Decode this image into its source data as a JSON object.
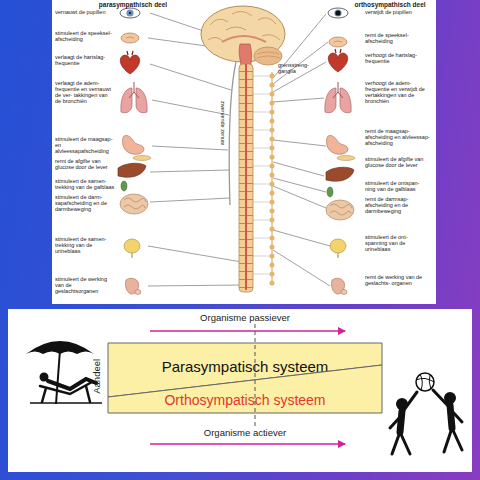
{
  "diagram": {
    "nodes": [
      {
        "text": [
          "Parasympatisch systeem"
        ]
      },
      {
        "text": [
          "Orthosympatisch systeem"
        ]
      }
    ],
    "labels": [
      "parasympathisch deel",
      "orthosympathisch deel",
      "vernauwt de pupillen",
      "stimuleert de speeksel- afscheiding",
      "verlaagt de hartslag- frequentie",
      "verlaagt de adem- frequentie en vernauwt de ver- takkingen van de bronchiën",
      "stimuleert de maagsap- en alvleessapafscheiding",
      "remt de afgifte van glucose door de lever",
      "stimuleert de samen- trekking van de galblaas",
      "stimuleert de darm- sapafscheiding en de darmbeweging",
      "stimuleert de samen- trekking van de urineblaas",
      "stimuleert de werking van de geslachtsorganen",
      "verwijdt de pupillen",
      "remt de speeksel- afscheiding",
      "verhoogt de hartslag- frequentie",
      "verhoogt de adem- frequentie en verwijdt de vertakkingen van de bronchiën",
      "remt de maagsap- afscheiding en alvleessap- afscheiding",
      "stimuleert de afgifte van glucose door de lever",
      "stimuleert de ontspan- ning van de galblaas",
      "remt de darmsap- afscheiding en de darmbeweging",
      "stimuleert de ont- spanning van de urineblaas",
      "remt de werking van de geslachts- organen",
      "grensstreng- ganglia",
      "zwervende zenuw",
      "Organisme passiever",
      "Aandeel",
      "Organisme actiever"
    ]
  }
}
